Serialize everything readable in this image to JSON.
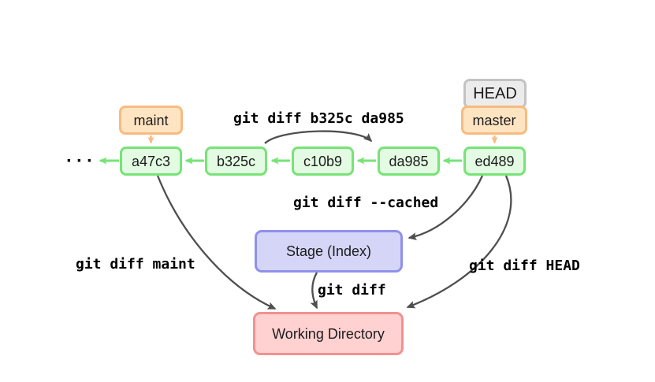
{
  "refs": {
    "head": "HEAD",
    "master": "master",
    "maint": "maint"
  },
  "commits": [
    {
      "id": "a47c3"
    },
    {
      "id": "b325c"
    },
    {
      "id": "c10b9"
    },
    {
      "id": "da985"
    },
    {
      "id": "ed489"
    }
  ],
  "ellipsis": "···",
  "areas": {
    "stage": "Stage (Index)",
    "working": "Working Directory"
  },
  "commands": {
    "range": "git diff b325c da985",
    "cached": "git diff --cached",
    "maint": "git diff maint",
    "plain": "git diff",
    "head": "git diff HEAD"
  },
  "edges": [
    {
      "from": "ed489",
      "to": "da985",
      "type": "parent"
    },
    {
      "from": "da985",
      "to": "c10b9",
      "type": "parent"
    },
    {
      "from": "c10b9",
      "to": "b325c",
      "type": "parent"
    },
    {
      "from": "b325c",
      "to": "a47c3",
      "type": "parent"
    },
    {
      "from": "a47c3",
      "to": "older-history",
      "type": "parent"
    },
    {
      "from": "maint",
      "to": "a47c3",
      "type": "ref-pointer"
    },
    {
      "from": "master",
      "to": "ed489",
      "type": "ref-pointer"
    },
    {
      "from": "HEAD",
      "to": "master",
      "type": "attached"
    },
    {
      "from": "b325c",
      "to": "da985",
      "label": "git diff b325c da985",
      "type": "diff"
    },
    {
      "from": "ed489",
      "to": "Stage (Index)",
      "label": "git diff --cached",
      "type": "diff"
    },
    {
      "from": "ed489",
      "to": "Working Directory",
      "label": "git diff HEAD",
      "type": "diff"
    },
    {
      "from": "a47c3",
      "to": "Working Directory",
      "label": "git diff maint",
      "type": "diff"
    },
    {
      "from": "Stage (Index)",
      "to": "Working Directory",
      "label": "git diff",
      "type": "diff"
    }
  ],
  "colors": {
    "green_border": "#77e377",
    "green_fill": "#e3fbe3",
    "orange_border": "#f7bb80",
    "orange_fill": "#ffe4c2",
    "gray_border": "#c3c3c3",
    "gray_fill": "#ececec",
    "purple_border": "#9090ec",
    "purple_fill": "#d5d5f8",
    "red_border": "#f29191",
    "red_fill": "#ffd1d1",
    "arrow_dark": "#4f4f4f",
    "text": "#1c1c1c"
  }
}
